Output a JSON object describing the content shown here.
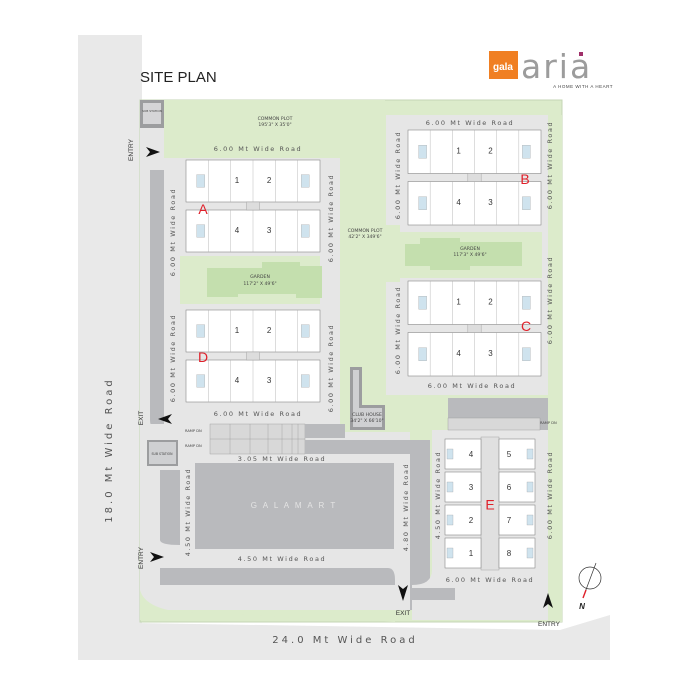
{
  "title": "SITE PLAN",
  "logo": {
    "brand": "gala",
    "name": "aria",
    "tagline": "A HOME WITH A HEART",
    "brand_color": "#f07f22",
    "name_color": "#9c9c9c",
    "dot_color": "#a0306a"
  },
  "colors": {
    "green": "#dcebcb",
    "garden": "#c4dfae",
    "road": "#e6e6e6",
    "dark_road": "#b9babd",
    "block_letter": "#e0202a"
  },
  "roads": {
    "west": "18.0  Mt  Wide  Road",
    "south": "24.0  Mt  Wide  Road",
    "top_left": "6.00  Mt  Wide  Road",
    "left_vertical_a": "6.00  Mt  Wide  Road",
    "left_vertical_d": "6.00  Mt  Wide  Road",
    "mid_vertical_a": "6.00  Mt  Wide  Road",
    "mid_vertical_d": "6.00  Mt  Wide  Road",
    "bottom_d": "6.00  Mt  Wide  Road",
    "top_b": "6.00  Mt  Wide  Road",
    "left_b": "6.00  Mt  Wide  Road",
    "right_b": "6.00  Mt  Wide  Road",
    "left_c": "6.00  Mt  Wide  Road",
    "right_c": "6.00  Mt  Wide  Road",
    "bottom_c": "6.00  Mt  Wide  Road",
    "gala_top": "3.05  Mt  Wide  Road",
    "gala_bottom": "4.50  Mt  Wide  Road",
    "gala_left": "4.50  Mt  Wide  Road",
    "gala_right": "4.80  Mt  Wide  Road",
    "e_left": "4.50  Mt  Wide  Road",
    "e_right": "6.00  Mt  Wide  Road",
    "e_bottom": "6.00  Mt  Wide  Road"
  },
  "areas": {
    "sub_station_top": "SUB STATION",
    "sub_station_left": "SUB STATION",
    "common_plot_top": {
      "name": "COMMON PLOT",
      "size": "195'3\" X 35'0\""
    },
    "common_plot_center": {
      "name": "COMMON PLOT",
      "size": "42'2\" X 349'6\""
    },
    "garden_left": {
      "name": "GARDEN",
      "size": "117'2\" X 49'6\""
    },
    "garden_right": {
      "name": "GARDEN",
      "size": "117'3\" X 49'6\""
    },
    "club_house": {
      "name": "CLUB HOUSE",
      "size": "34'2\" X 66'10\""
    },
    "gala_mart": "G A L A     M A R T",
    "ramp_1": "RAMP DN",
    "ramp_2": "RAMP DN",
    "ramp_3": "RAMP DN"
  },
  "blocks": [
    {
      "letter": "A",
      "units": [
        "1",
        "2",
        "4",
        "3"
      ]
    },
    {
      "letter": "B",
      "units": [
        "1",
        "2",
        "4",
        "3"
      ]
    },
    {
      "letter": "C",
      "units": [
        "1",
        "2",
        "4",
        "3"
      ]
    },
    {
      "letter": "D",
      "units": [
        "1",
        "2",
        "4",
        "3"
      ]
    },
    {
      "letter": "E",
      "units": [
        "4",
        "5",
        "3",
        "6",
        "2",
        "7",
        "1",
        "8"
      ]
    }
  ],
  "gates": {
    "entry_top": "ENTRY",
    "exit_left": "EXIT",
    "entry_left": "ENTRY",
    "exit_bottom": "EXIT",
    "entry_bottom": "ENTRY"
  },
  "compass": {
    "north": "N"
  }
}
